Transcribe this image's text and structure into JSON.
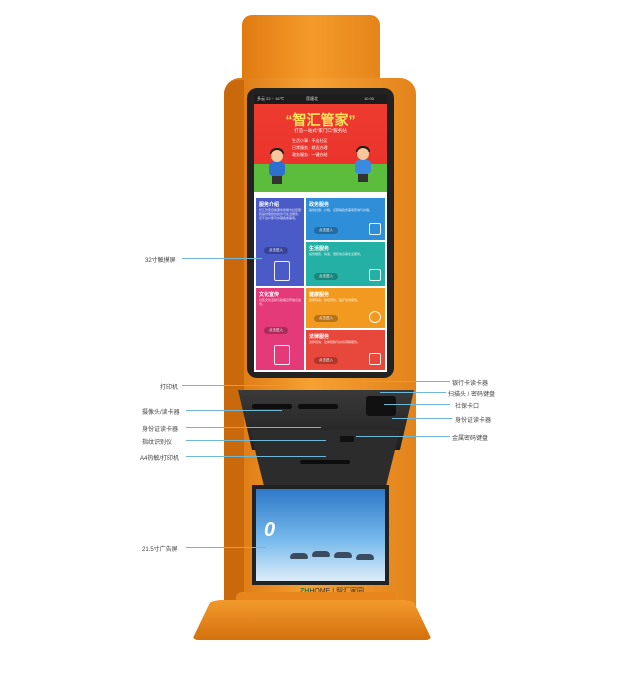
{
  "screen": {
    "status_left": "多云 22 ~ 16℃",
    "status_mid": "莲塘北",
    "status_right": "10 00",
    "banner_title": "“智汇管家”",
    "banner_subtitle": "打造一站式“家门口”服务站",
    "banner_lines": [
      "生活小事 · 不出社区",
      "日常服务 · 就近办理",
      "政务服务 · 一键办结"
    ]
  },
  "tiles": [
    {
      "title": "服务介绍",
      "desc": "智汇管家自助服务终端为社区居民提供便捷的政务与生活服务，足不出户即可办理各类事项。",
      "button": "点击进入",
      "color": "#4a5bc8"
    },
    {
      "title": "政务服务",
      "desc": "提供社保、户籍、证照等政务事项查询与办理。",
      "button": "点击进入",
      "color": "#2f8ed8"
    },
    {
      "title": "生活服务",
      "desc": "提供缴费、快递、便民信息等生活服务。",
      "button": "点击进入",
      "color": "#25b0a5"
    },
    {
      "title": "文化宣传",
      "desc": "社区文化活动与政策宣传信息发布。",
      "button": "点击进入",
      "color": "#e43a7a"
    },
    {
      "title": "健康服务",
      "desc": "健康档案、体检预约、医疗咨询服务。",
      "button": "点击进入",
      "color": "#f29a1f"
    },
    {
      "title": "法律服务",
      "desc": "法律咨询、法律援助与纠纷调解服务。",
      "button": "点击进入",
      "color": "#e8483c"
    }
  ],
  "ad": {
    "logo_text": "ZH",
    "logo_home": "HOME",
    "logo_suffix": "智汇家园"
  },
  "annotations": [
    {
      "label": "32寸触摸屏",
      "side": "left"
    },
    {
      "label": "打印机",
      "side": "left"
    },
    {
      "label": "摄像头/读卡器",
      "side": "left"
    },
    {
      "label": "身份证读卡器",
      "side": "left"
    },
    {
      "label": "指纹识别仪",
      "side": "left"
    },
    {
      "label": "A4热敏/打印机",
      "side": "left"
    },
    {
      "label": "21.5寸广告屏",
      "side": "left"
    },
    {
      "label": "银行卡读卡器",
      "side": "right"
    },
    {
      "label": "扫描头 / 密码键盘",
      "side": "right"
    },
    {
      "label": "社保卡口",
      "side": "right"
    },
    {
      "label": "身份证读卡器",
      "side": "right"
    },
    {
      "label": "金属密码键盘",
      "side": "right"
    }
  ]
}
